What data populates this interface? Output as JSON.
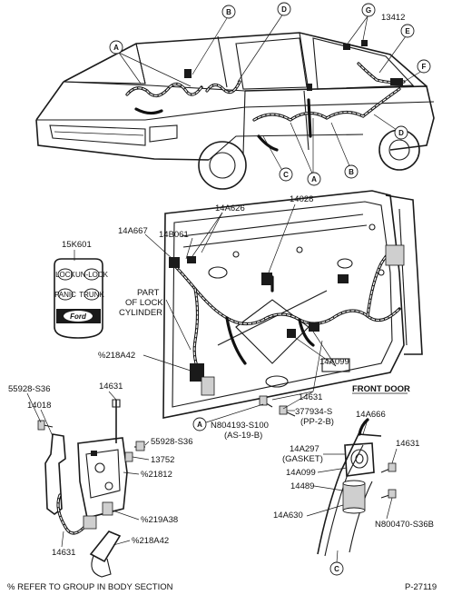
{
  "callouts": {
    "A": "A",
    "B": "B",
    "C": "C",
    "D": "D",
    "E": "E",
    "F": "F",
    "G": "G"
  },
  "labels": {
    "p13412": "13412",
    "p14A626": "14A626",
    "p14B061": "14B061",
    "p14A667": "14A667",
    "p14028": "14028",
    "p15K601": "15K601",
    "part_of": "PART",
    "of_lock": "OF LOCK",
    "cylinder": "CYLINDER",
    "p218A42_a": "%218A42",
    "p14A099_a": "14A099",
    "p14631_a": "14631",
    "front_door": "FRONT DOOR",
    "p55928_a": "55928-S36",
    "p14018": "14018",
    "p14631_b": "14631",
    "p55928_b": "55928-S36",
    "p13752": "13752",
    "p21812": "%21812",
    "p219A38": "%219A38",
    "p218A42_b": "%218A42",
    "p14631_c": "14631",
    "n804193": "N804193-S100",
    "as19b": "(AS-19-B)",
    "p377934": "377934-S",
    "pp2b": "(PP-2-B)",
    "p14A666": "14A666",
    "p14A297": "14A297",
    "gasket": "(GASKET)",
    "p14A099_b": "14A099",
    "p14489": "14489",
    "p14631_d": "14631",
    "p14A630": "14A630",
    "n800470": "N800470-S36B"
  },
  "fob_buttons": [
    "LOCK",
    "UN-LOCK",
    "PANIC",
    "TRUNK"
  ],
  "fob_brand": "Ford",
  "footer": {
    "note": "% REFER TO GROUP IN BODY SECTION",
    "figure_id": "P-27119"
  }
}
